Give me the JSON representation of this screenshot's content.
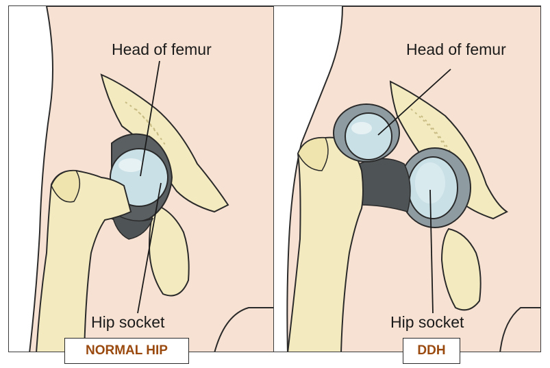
{
  "panels": [
    {
      "caption": "NORMAL HIP",
      "labels": {
        "head": "Head of femur",
        "socket": "Hip socket"
      }
    },
    {
      "caption": "DDH",
      "labels": {
        "head": "Head of femur",
        "socket": "Hip socket"
      }
    }
  ],
  "colors": {
    "skin": "#f7e1d2",
    "bone": "#f3ebbf",
    "cartilage": "#c9e0e6",
    "ligament": "#5a5f62",
    "caption_text": "#9a4a0f"
  }
}
